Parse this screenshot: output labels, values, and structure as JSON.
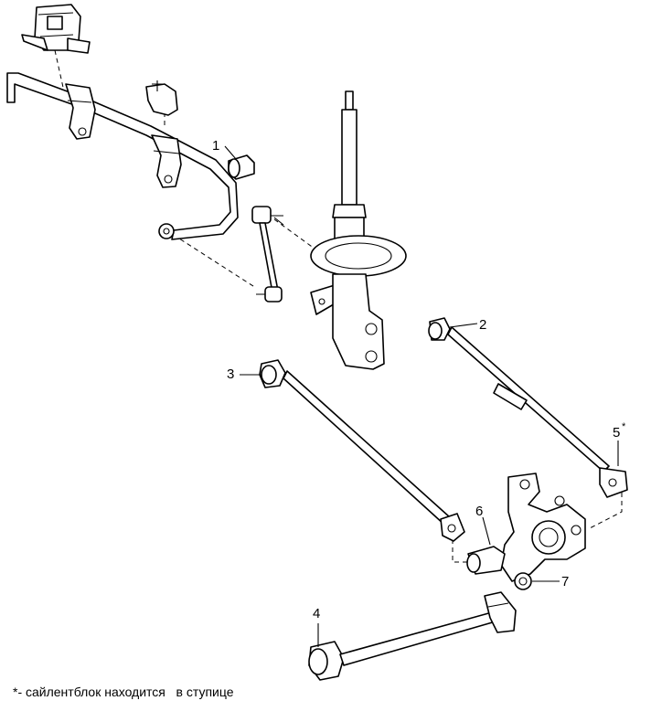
{
  "callouts": {
    "c1": "1",
    "c2": "2",
    "c3": "3",
    "c4": "4",
    "c5": "5",
    "c5_mark": "*",
    "c6": "6",
    "c7": "7"
  },
  "footnote": "*- сайлентблок находится   в ступице",
  "colors": {
    "ink": "#000000",
    "paper": "#ffffff"
  }
}
